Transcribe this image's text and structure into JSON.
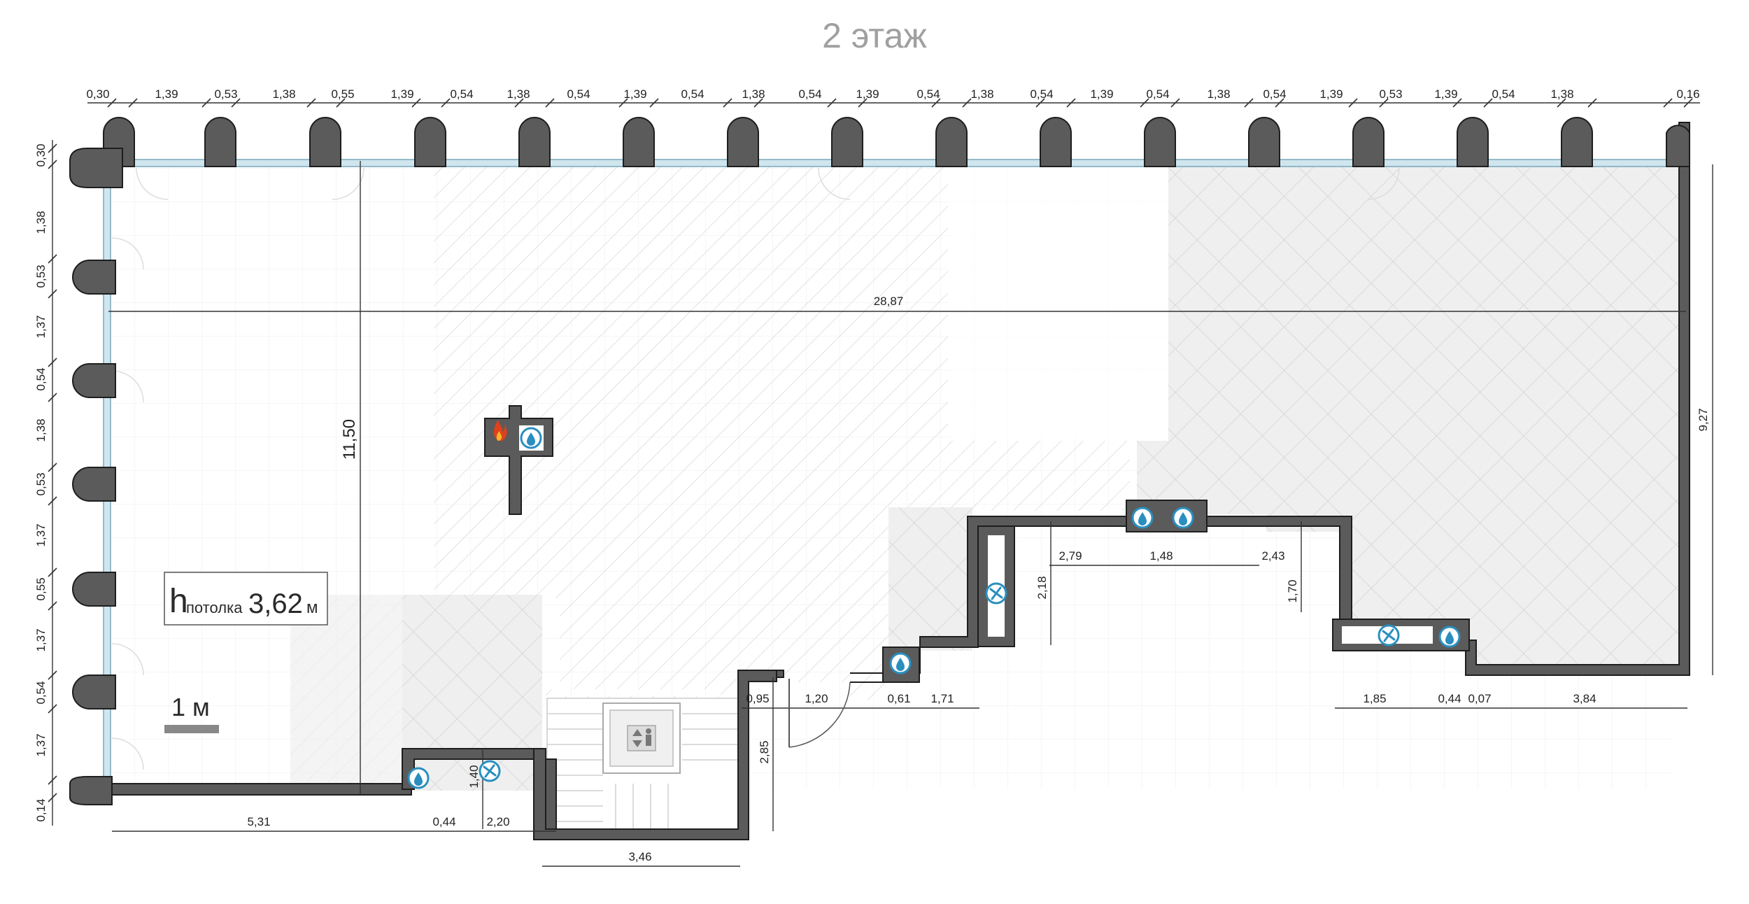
{
  "title": "2 этаж",
  "ceiling": {
    "h": "h",
    "label": "потолка",
    "value": "3,62",
    "unit": "м"
  },
  "scale_label": "1 м",
  "top_dims": [
    "0,30",
    "1,39",
    "0,53",
    "1,38",
    "0,55",
    "1,39",
    "0,54",
    "1,38",
    "0,54",
    "1,39",
    "0,54",
    "1,38",
    "0,54",
    "1,39",
    "0,54",
    "1,38",
    "0,54",
    "1,39",
    "0,54",
    "1,38",
    "0,54",
    "1,39",
    "0,53",
    "1,39",
    "0,54",
    "1,38",
    "0,16"
  ],
  "left_dims": [
    "0,30",
    "1,38",
    "0,53",
    "1,37",
    "0,54",
    "1,38",
    "0,53",
    "1,37",
    "0,55",
    "1,37",
    "0,54",
    "1,37",
    "0,14"
  ],
  "inner_dims": {
    "width_total": "28,87",
    "height_left": "11,50",
    "height_right": "9,27",
    "d_279": "2,79",
    "d_148": "1,48",
    "d_243": "2,43",
    "d_218": "2,18",
    "d_170": "1,70",
    "d_185": "1,85",
    "d_044a": "0,44",
    "d_007": "0,07",
    "d_384": "3,84",
    "d_095": "0,95",
    "d_120": "1,20",
    "d_061": "0,61",
    "d_171": "1,71",
    "d_285": "2,85",
    "d_531": "5,31",
    "d_044b": "0,44",
    "d_220": "2,20",
    "d_140": "1,40",
    "d_346": "3,46"
  },
  "colors": {
    "wall": "#5b5b5b",
    "window": "#cfe6ef",
    "icon": "#2a8fbf",
    "fire": "#e0411b"
  },
  "icons": [
    "water-drop-icon",
    "fan-icon",
    "fire-icon",
    "elevator-icon"
  ]
}
